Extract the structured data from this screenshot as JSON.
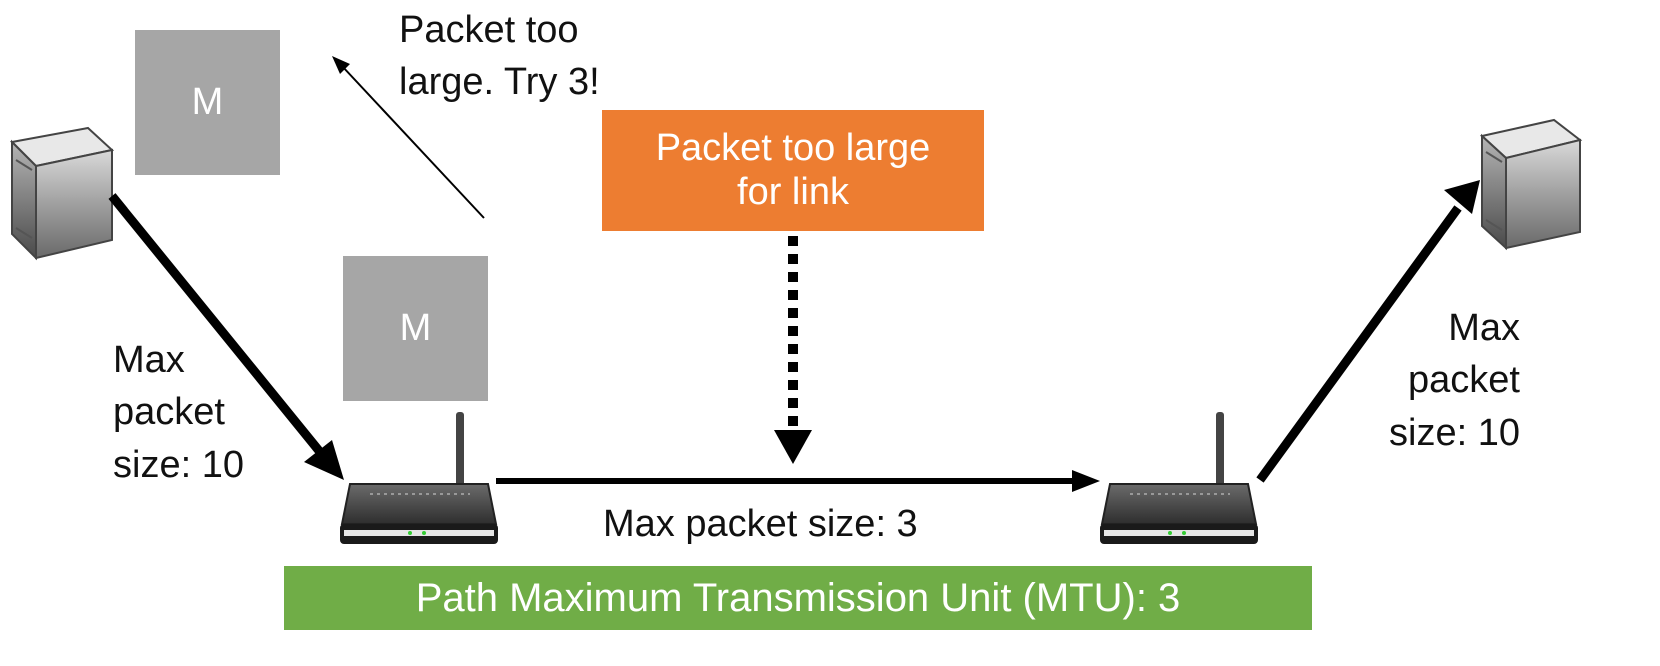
{
  "reply_message": {
    "label": "M"
  },
  "sent_message": {
    "label": "M"
  },
  "reply_note": {
    "line1": "Packet too",
    "line2": "large. Try 3!"
  },
  "callout": {
    "line1": "Packet too large",
    "line2": "for link",
    "color": "#ed7d31"
  },
  "left_link": {
    "line1": "Max",
    "line2": "packet",
    "line3": "size: 10"
  },
  "right_link": {
    "line1": "Max",
    "line2": "packet",
    "line3": "size: 10"
  },
  "middle_link": {
    "label": "Max packet size: 3"
  },
  "banner": {
    "label": "Path Maximum Transmission Unit (MTU): 3",
    "color": "#70ad47"
  },
  "icons": {
    "left_host": "server-icon",
    "right_host": "server-icon",
    "left_router": "router-icon",
    "right_router": "router-icon"
  },
  "colors": {
    "message_box": "#a6a6a6",
    "arrow": "#000000"
  }
}
